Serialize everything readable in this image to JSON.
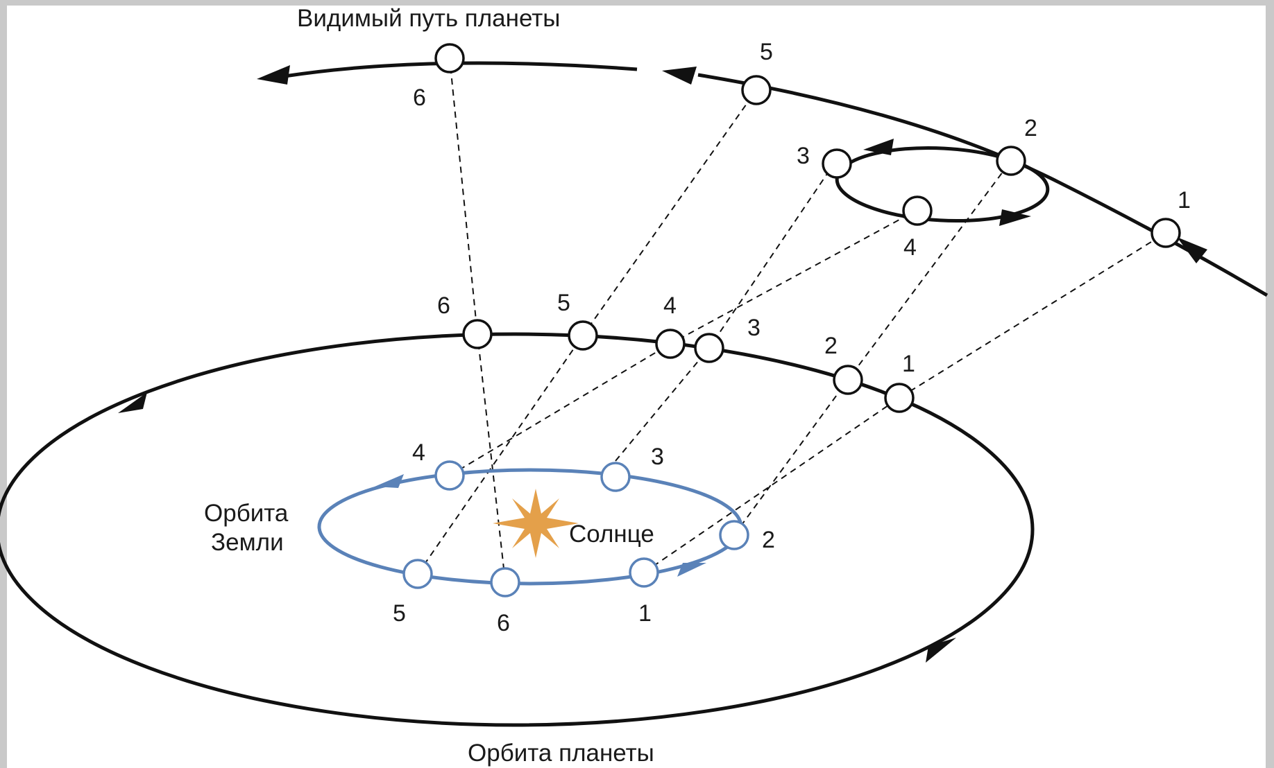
{
  "labels": {
    "apparent_path": "Видимый путь планеты",
    "planet_orbit": "Орбита планеты",
    "earth_orbit_line1": "Орбита",
    "earth_orbit_line2": "Земли",
    "sun": "Солнце"
  },
  "apparent_positions": [
    "1",
    "2",
    "3",
    "4",
    "5",
    "6"
  ],
  "planet_positions": [
    "1",
    "2",
    "3",
    "4",
    "5",
    "6"
  ],
  "earth_positions": [
    "1",
    "2",
    "3",
    "4",
    "5",
    "6"
  ],
  "colors": {
    "earth_orbit": "#5a82b8",
    "sun": "#e4a04a",
    "ink": "#111111"
  }
}
